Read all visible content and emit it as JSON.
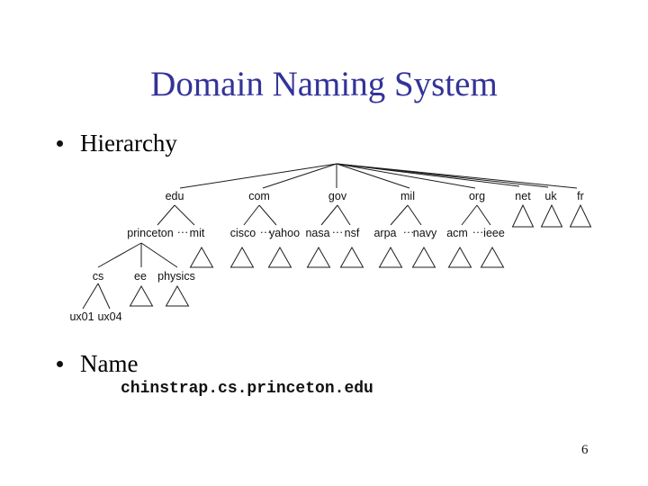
{
  "slide": {
    "title": "Domain Naming System",
    "page_number": "6"
  },
  "colors": {
    "title": "#333399",
    "body_text": "#111111",
    "background": "#ffffff"
  },
  "bullets": [
    {
      "label": "Hierarchy"
    },
    {
      "label": "Name"
    }
  ],
  "name_example": "chinstrap.cs.princeton.edu",
  "tree": {
    "ellipsis": "···",
    "top": [
      "edu",
      "com",
      "gov",
      "mil",
      "org",
      "net",
      "uk",
      "fr"
    ],
    "l2": [
      "princeton",
      "mit",
      "cisco",
      "yahoo",
      "nasa",
      "nsf",
      "arpa",
      "navy",
      "acm",
      "ieee"
    ],
    "l3": [
      "cs",
      "ee",
      "physics"
    ],
    "l4": [
      "ux01",
      "ux04"
    ]
  }
}
